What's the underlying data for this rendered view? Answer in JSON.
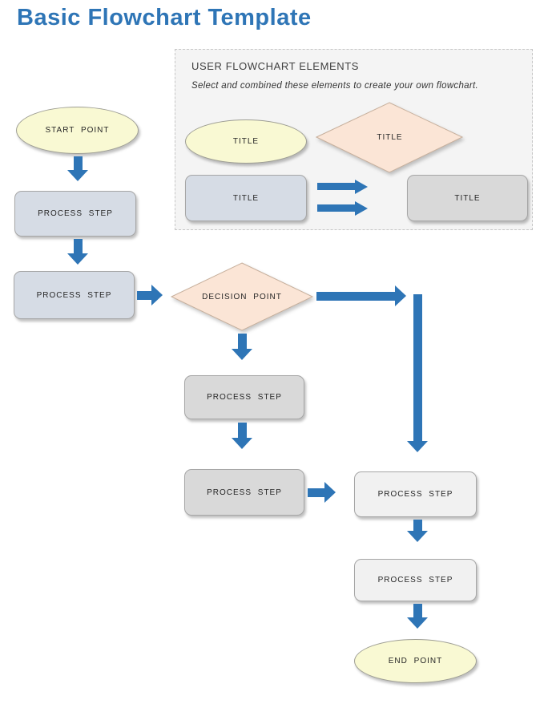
{
  "page": {
    "title": "Basic Flowchart Template"
  },
  "elements_panel": {
    "heading": "USER FLOWCHART ELEMENTS",
    "subheading": "Select and combined these elements to create your own flowchart.",
    "samples": {
      "ellipse": "TITLE",
      "diamond": "TITLE",
      "process_blue": "TITLE",
      "process_gray": "TITLE"
    }
  },
  "flow": {
    "start": "START POINT",
    "process_left_1": "PROCESS STEP",
    "process_left_2": "PROCESS STEP",
    "decision": "DECISION POINT",
    "process_mid_1": "PROCESS STEP",
    "process_mid_2": "PROCESS STEP",
    "process_right_1": "PROCESS STEP",
    "process_right_2": "PROCESS STEP",
    "end": "END POINT"
  },
  "colors": {
    "accent_blue": "#2E75B6",
    "terminator_fill": "#F9F9D3",
    "decision_fill": "#FBE5D6",
    "process_blue_fill": "#D6DCE5",
    "process_gray_fill": "#D9D9D9",
    "process_light_fill": "#F1F1F1",
    "panel_background": "#F4F4F4"
  }
}
